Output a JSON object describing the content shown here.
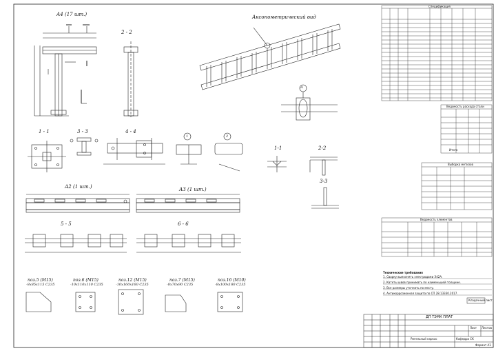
{
  "views": {
    "a4_title": "А4 (17 шт.)",
    "sec_2_2": "2 - 2",
    "axon_title": "Аксонометрический вид",
    "sec_1_1": "1 - 1",
    "sec_3_3": "3 - 3",
    "sec_4_4": "4 - 4",
    "weld_1_1": "1-1",
    "weld_2_2": "2-2",
    "weld_3_3": "3-3",
    "a2_title": "А2 (1 шт.)",
    "a3_title": "А3 (1 шт.)",
    "sec_5_5": "5 - 5",
    "sec_6_6": "6 - 6",
    "node_a": "А",
    "node_1": "1",
    "node_2": "2"
  },
  "parts": [
    {
      "title": "поз.5 (М15)",
      "sub": "-8х85х115 С235"
    },
    {
      "title": "поз.6 (М15)",
      "sub": "-10х110х110 С235"
    },
    {
      "title": "поз.12 (М15)",
      "sub": "-10х160х160 С235"
    },
    {
      "title": "поз.7 (М15)",
      "sub": "-8х70х90 С235"
    },
    {
      "title": "поз.16 (М10)",
      "sub": "-8х100х180 С235"
    }
  ],
  "tables": {
    "spec_title": "Спецификация",
    "steel_title": "Ведомость расхода стали",
    "bolts_title": "Выборка метизов",
    "elements_title": "Ведомость элементов",
    "itogo": "Итого"
  },
  "notes": {
    "heading": "Технические требования",
    "items": [
      "1. Сварку выполнять электродами Э42А.",
      "2. Катеты швов принимать по наименьшей толщине.",
      "3. Все размеры уточнить по месту.",
      "4. Антикоррозионная защита по СП 28.13330.2017."
    ]
  },
  "title_block": {
    "stamp": "Кладочный лист",
    "project": "ДП ТЭМК ПЛАТ",
    "sheet_name": "Ригельный каркас",
    "org": "Кафедра СК",
    "sheet_label": "Лист",
    "sheets_label": "Листов",
    "format": "Формат A1"
  }
}
